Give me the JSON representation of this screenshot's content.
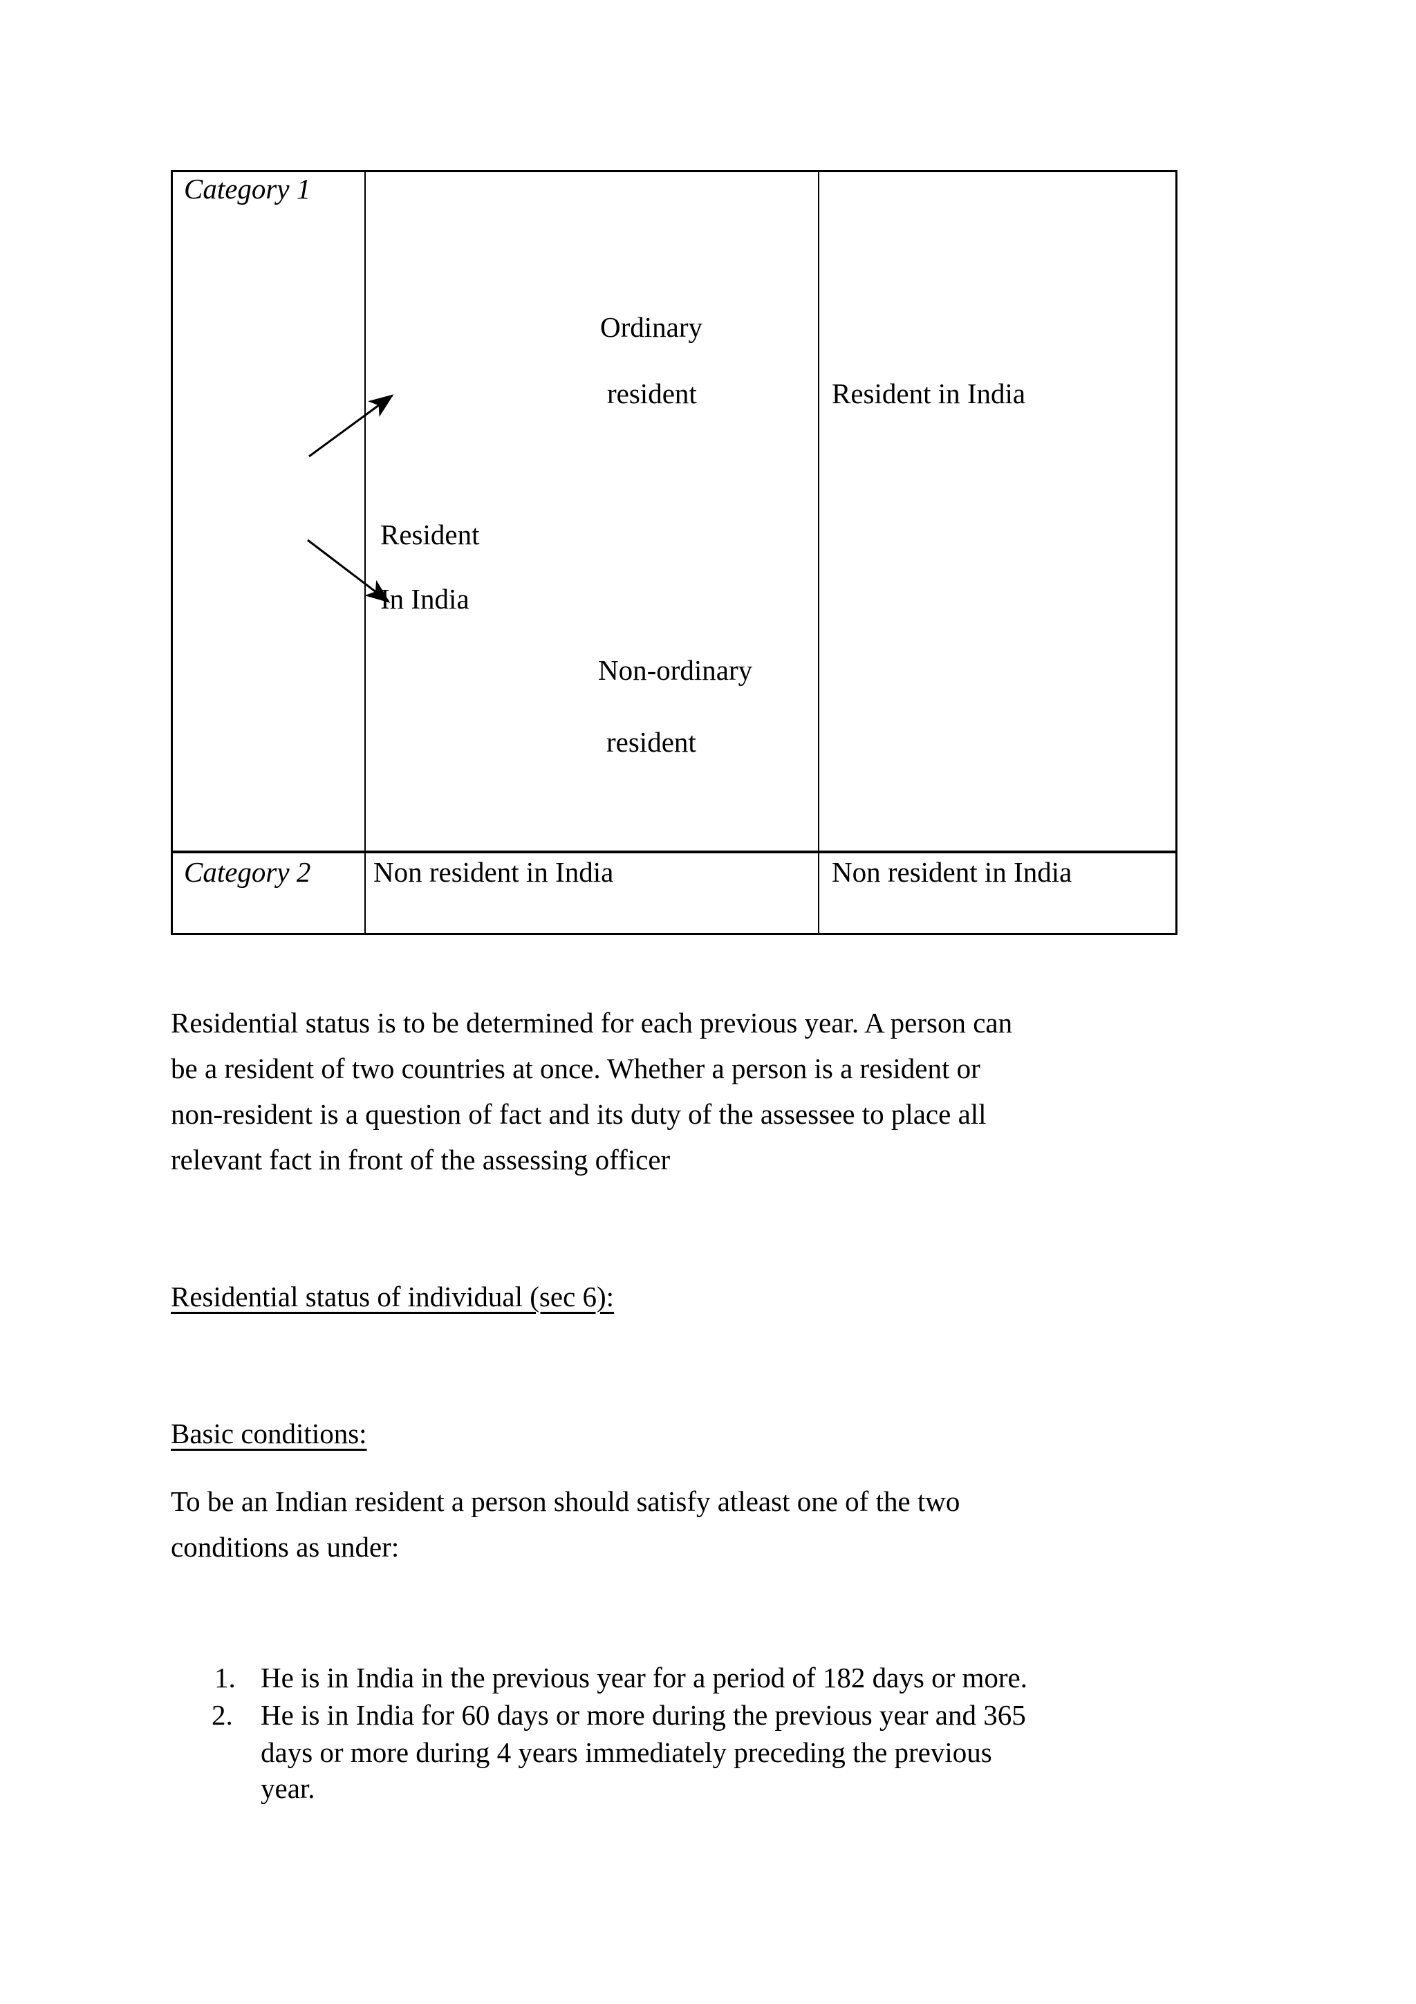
{
  "table": {
    "category1": "Category 1",
    "category2": "Category 2",
    "cat1_branch_top": [
      "Ordinary",
      "resident"
    ],
    "cat1_source": [
      "Resident",
      "In India"
    ],
    "cat1_branch_bottom": [
      "Non-ordinary",
      "resident"
    ],
    "cat1_right": "Resident in India",
    "cat2_middle": "Non resident in India",
    "cat2_right": "Non resident in India"
  },
  "body_paragraph": {
    "lines": [
      "Residential status is to be determined for each previous year. A person can",
      "be a resident of two countries at once. Whether a person is a resident or",
      "non-resident is a question of fact and its duty of the assessee to place all",
      "relevant fact in front of the assessing officer"
    ]
  },
  "headings": {
    "section": "Residential status of individual (sec 6):",
    "basic": "Basic conditions:"
  },
  "intro": {
    "lines": [
      "To be an Indian resident a person should satisfy atleast one of the two",
      "conditions as under:"
    ]
  },
  "list": {
    "items": [
      {
        "number": "1.",
        "lines": [
          "He is in India in the previous year for a period of 182 days or more."
        ]
      },
      {
        "number": "2.",
        "lines": [
          "He is in India for 60 days or more during the previous year and 365",
          "days or more during 4 years immediately preceding the previous",
          "year."
        ]
      }
    ]
  },
  "colors": {
    "text": "#000000",
    "background": "#ffffff",
    "border": "#000000"
  }
}
